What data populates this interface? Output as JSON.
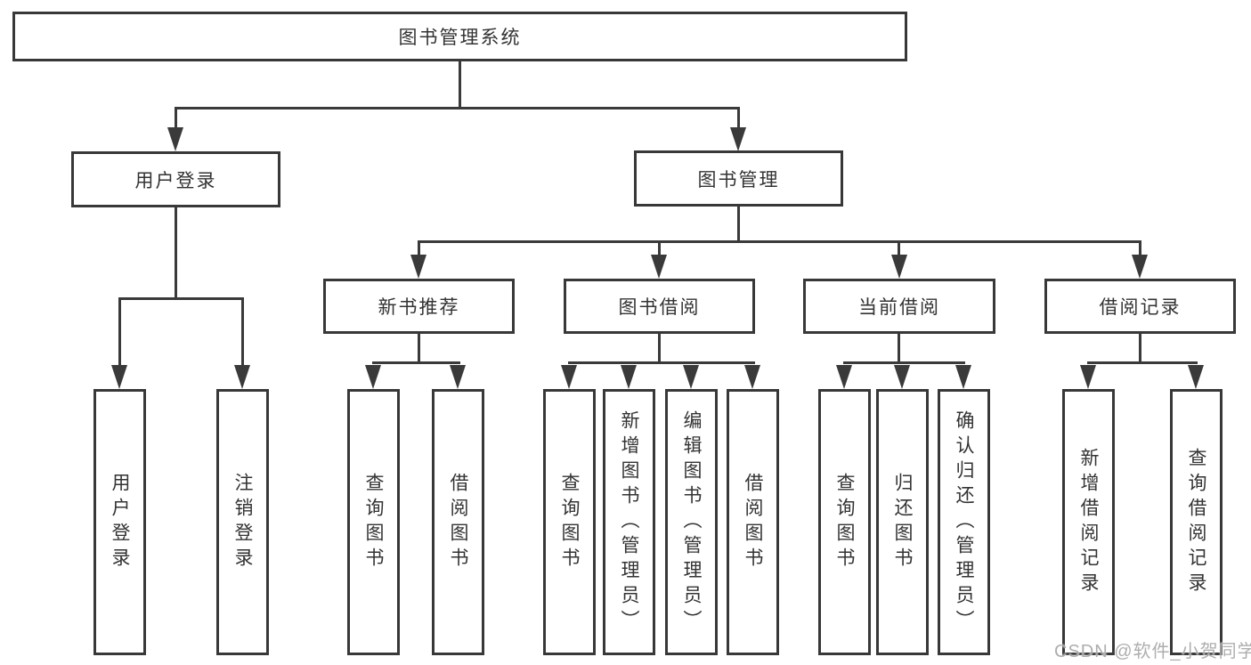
{
  "diagram": {
    "root": {
      "label": "图书管理系统"
    },
    "branches": [
      {
        "label": "用户登录",
        "children": [
          {
            "label": "用户登录"
          },
          {
            "label": "注销登录"
          }
        ]
      },
      {
        "label": "图书管理",
        "groups": [
          {
            "label": "新书推荐",
            "children": [
              {
                "label": "查询图书"
              },
              {
                "label": "借阅图书"
              }
            ]
          },
          {
            "label": "图书借阅",
            "children": [
              {
                "label": "查询图书"
              },
              {
                "label": "新增图书（管理员）"
              },
              {
                "label": "编辑图书（管理员）"
              },
              {
                "label": "借阅图书"
              }
            ]
          },
          {
            "label": "当前借阅",
            "children": [
              {
                "label": "查询图书"
              },
              {
                "label": "归还图书"
              },
              {
                "label": "确认归还（管理员）"
              }
            ]
          },
          {
            "label": "借阅记录",
            "children": [
              {
                "label": "新增借阅记录"
              },
              {
                "label": "查询借阅记录"
              }
            ]
          }
        ]
      }
    ]
  },
  "watermark": {
    "text": "CSDN @软件_小贺同学"
  },
  "colors": {
    "line": "#3a3a3a",
    "box_border": "#383838",
    "text": "#333333",
    "watermark": "#a7a7a7",
    "background": "#ffffff"
  }
}
